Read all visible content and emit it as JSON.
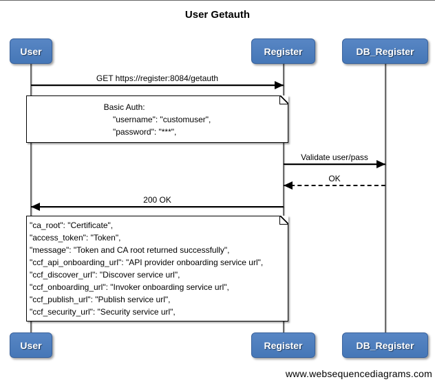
{
  "title": "User Getauth",
  "watermark": "www.websequencediagrams.com",
  "actors": [
    {
      "name": "User"
    },
    {
      "name": "Register"
    },
    {
      "name": "DB_Register"
    }
  ],
  "messages": [
    {
      "label": "GET https://register:8084/getauth",
      "from": "User",
      "to": "Register",
      "style": "solid"
    },
    {
      "label": "Validate user/pass",
      "from": "Register",
      "to": "DB_Register",
      "style": "solid"
    },
    {
      "label": "OK",
      "from": "DB_Register",
      "to": "Register",
      "style": "dashed"
    },
    {
      "label": "200 OK",
      "from": "Register",
      "to": "User",
      "style": "solid"
    }
  ],
  "notes": [
    {
      "over": "User,Register",
      "lines": [
        "Basic Auth:",
        "    \"username\": \"customuser\",",
        "    \"password\": \"***\","
      ]
    },
    {
      "over": "User,Register",
      "lines": [
        "\"ca_root\": \"Certificate\",",
        "\"access_token\": \"Token\",",
        "\"message\": \"Token and CA root returned successfully\",",
        "\"ccf_api_onboarding_url\": \"API provider onboarding service url\",",
        "\"ccf_discover_url\": \"Discover service url\",",
        "\"ccf_onboarding_url\": \"Invoker onboarding service url\",",
        "\"ccf_publish_url\": \"Publish service url\",",
        "\"ccf_security_url\": \"Security service url\","
      ]
    }
  ],
  "colors": {
    "actor_fill": "#4b7ebd",
    "actor_border": "#38619b",
    "actor_text": "#ffffff",
    "lifeline": "#6b6b6b",
    "arrow": "#000000",
    "note_bg": "#ffffff",
    "background": "#ffffff"
  }
}
